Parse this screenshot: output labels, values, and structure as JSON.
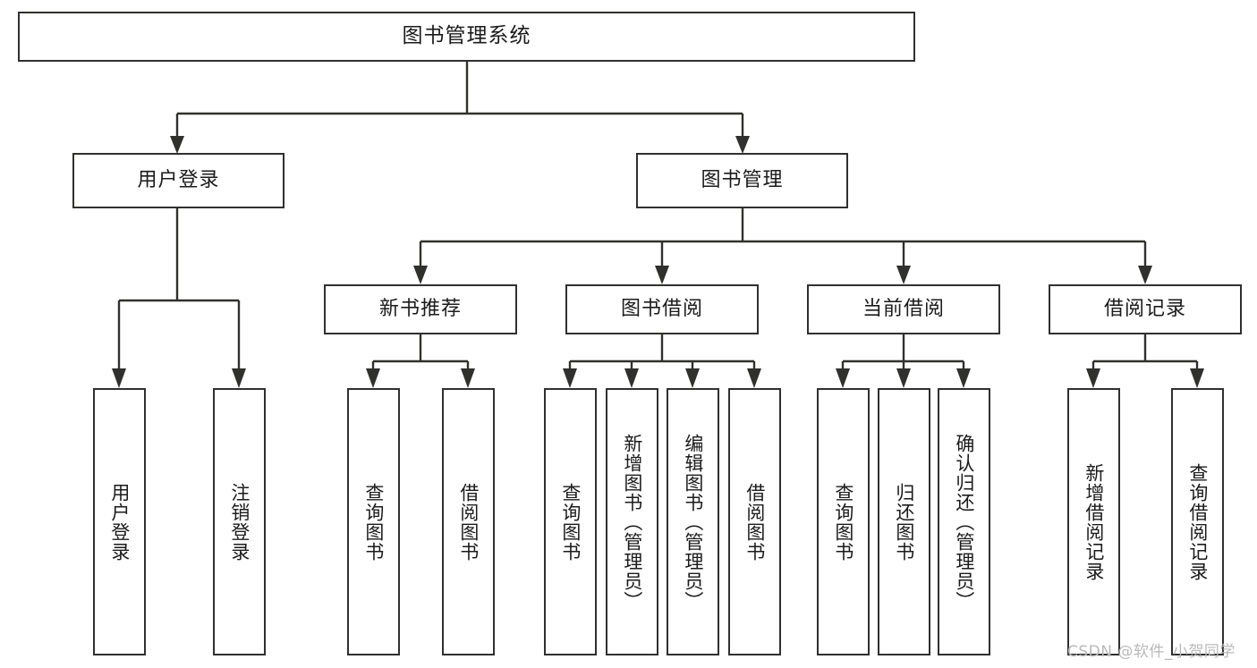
{
  "diagram": {
    "title": "图书管理系统",
    "root": {
      "label": "图书管理系统"
    },
    "level2": [
      {
        "label": "用户登录"
      },
      {
        "label": "图书管理"
      }
    ],
    "level3": [
      {
        "label": "新书推荐"
      },
      {
        "label": "图书借阅"
      },
      {
        "label": "当前借阅"
      },
      {
        "label": "借阅记录"
      }
    ],
    "leaves": {
      "user_login": [
        {
          "label": "用户登录"
        },
        {
          "label": "注销登录"
        }
      ],
      "new_book_recommend": [
        {
          "label": "查询图书"
        },
        {
          "label": "借阅图书"
        }
      ],
      "book_borrow": [
        {
          "label": "查询图书"
        },
        {
          "label": "新增图书（管理员）"
        },
        {
          "label": "编辑图书（管理员）"
        },
        {
          "label": "借阅图书"
        }
      ],
      "current_borrow": [
        {
          "label": "查询图书"
        },
        {
          "label": "归还图书"
        },
        {
          "label": "确认归还（管理员）"
        }
      ],
      "borrow_record": [
        {
          "label": "新增借阅记录"
        },
        {
          "label": "查询借阅记录"
        }
      ]
    },
    "watermark": "CSDN @软件_小贺同学",
    "colors": {
      "stroke": "#30302f",
      "text": "#1b1b1b",
      "background": "#ffffff",
      "watermark": "#b9b9b9"
    }
  }
}
